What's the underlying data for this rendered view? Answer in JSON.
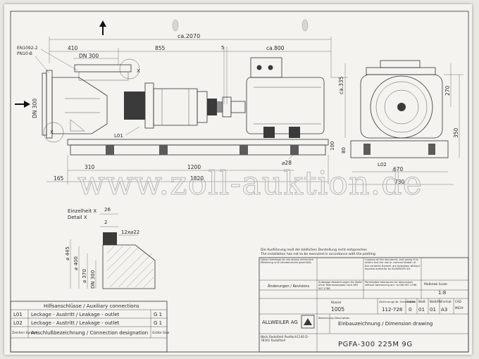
{
  "dimensions": {
    "overall_length": "ca.2070",
    "left_section": "410",
    "middle_section": "855",
    "right_motor": "ca.800",
    "gap": "5",
    "nozzle_dn_top": "DN 300",
    "nozzle_dn_side": "DN 300",
    "flange_standard_1": "EN1092-2",
    "flange_standard_2": "PN10-B",
    "motor_height": "ca.335",
    "base_offset": "310",
    "base_length": "1200",
    "total_base": "1820",
    "left_offset": "165",
    "hole_dia": "⌀28",
    "base_height": "100",
    "label_l01": "L01",
    "side_height_1": "270",
    "side_height_2": "350",
    "side_80": "80",
    "side_width": "670",
    "side_overall": "730",
    "label_l02": "L02",
    "marker_x": "X"
  },
  "detail": {
    "title_de": "Einzelheit X",
    "title_en": "Detail X",
    "dim_26": "26",
    "dim_2": "2",
    "bolts": "12x⌀22",
    "d445": "⌀ 445",
    "d400": "⌀ 400",
    "d370": "⌀ 370",
    "dn300": "DN 300"
  },
  "watermark": "www.zoll-auktion.de",
  "connections": {
    "title": "Hilfsanschlüsse / Auxiliary connections",
    "rows": [
      {
        "code": "L01",
        "desc": "Leckage - Austritt / Leakage - outlet",
        "size": "G 1"
      },
      {
        "code": "L02",
        "desc": "Leckage - Austritt / Leakage - outlet",
        "size": "G 1"
      },
      {
        "code": "Zeichen Symbol",
        "desc": "Anschlußbezeichnung / Connection designation",
        "size": "Größe Size"
      }
    ]
  },
  "title_block": {
    "note_de": "Die Ausführung muß der bildlichen Darstellung nicht entsprechen",
    "note_en": "The installation has not to be executed in accordance with the plotting",
    "confidential_de": "Diese Unterlage ist uns streng vertraulich. Mitteilung und Urheberrechte geschützt.",
    "copy_en": "Copying of this document, and giving it to others and the use or communication of the contents thereof, are forbidden without express authority by ALLWEILER AG.",
    "tolerance_de": "Zulässige Abweichungen für Maße ohne Toleranzangabe nach DIN ISO 2768",
    "tolerance_en": "Permissible tolerances for dimensions without tolerancing acc. to DIN ISO 2768",
    "scale_label": "Maßstab Scale",
    "scale": "1:8",
    "changes": "Änderungen / Revisions",
    "klasse_label": "Klasse",
    "klasse": "1005",
    "drawing_no_label": "Zeichnungs-Nr. Drawing-No.",
    "drawing_no": "112-728",
    "index_label": "Index",
    "index": "0",
    "sheet_label": "Blatt",
    "sheet": "01",
    "of_label": "Blatt/Re",
    "of": "01",
    "format_label": "Format",
    "format": "A3",
    "cad_label": "CAD",
    "cad": "ME19",
    "benennung": "Benennung Description",
    "title": "Einbauzeichnung / Dimension drawing",
    "company": "ALLWEILER AG",
    "company_addr": "Werk Radolfzell Postfach1140 D-78301 Radolfzell",
    "pump_type": "PGFA-300 225M 9G"
  }
}
